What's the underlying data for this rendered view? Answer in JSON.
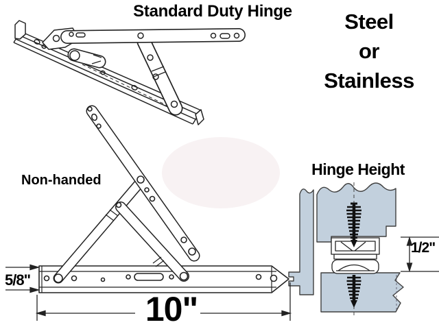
{
  "title": "Standard Duty Hinge",
  "material_note": {
    "lines": [
      "Steel",
      "or",
      "Stainless"
    ]
  },
  "labels": {
    "non_handed": "Non-handed",
    "hinge_height": "Hinge Height"
  },
  "dimensions": {
    "track_width": "5/8\"",
    "length": "10\"",
    "height": "1/2\""
  },
  "figures": {
    "top": "standard-duty-hinge-closed-view",
    "main": "four-bar-hinge-opened-view",
    "section": "hinge-height-cross-section-with-screws"
  },
  "colors": {
    "line": "#222222",
    "frame_fill": "#c2d0dd",
    "text": "#000000",
    "watermark": "#f8f2f3"
  }
}
